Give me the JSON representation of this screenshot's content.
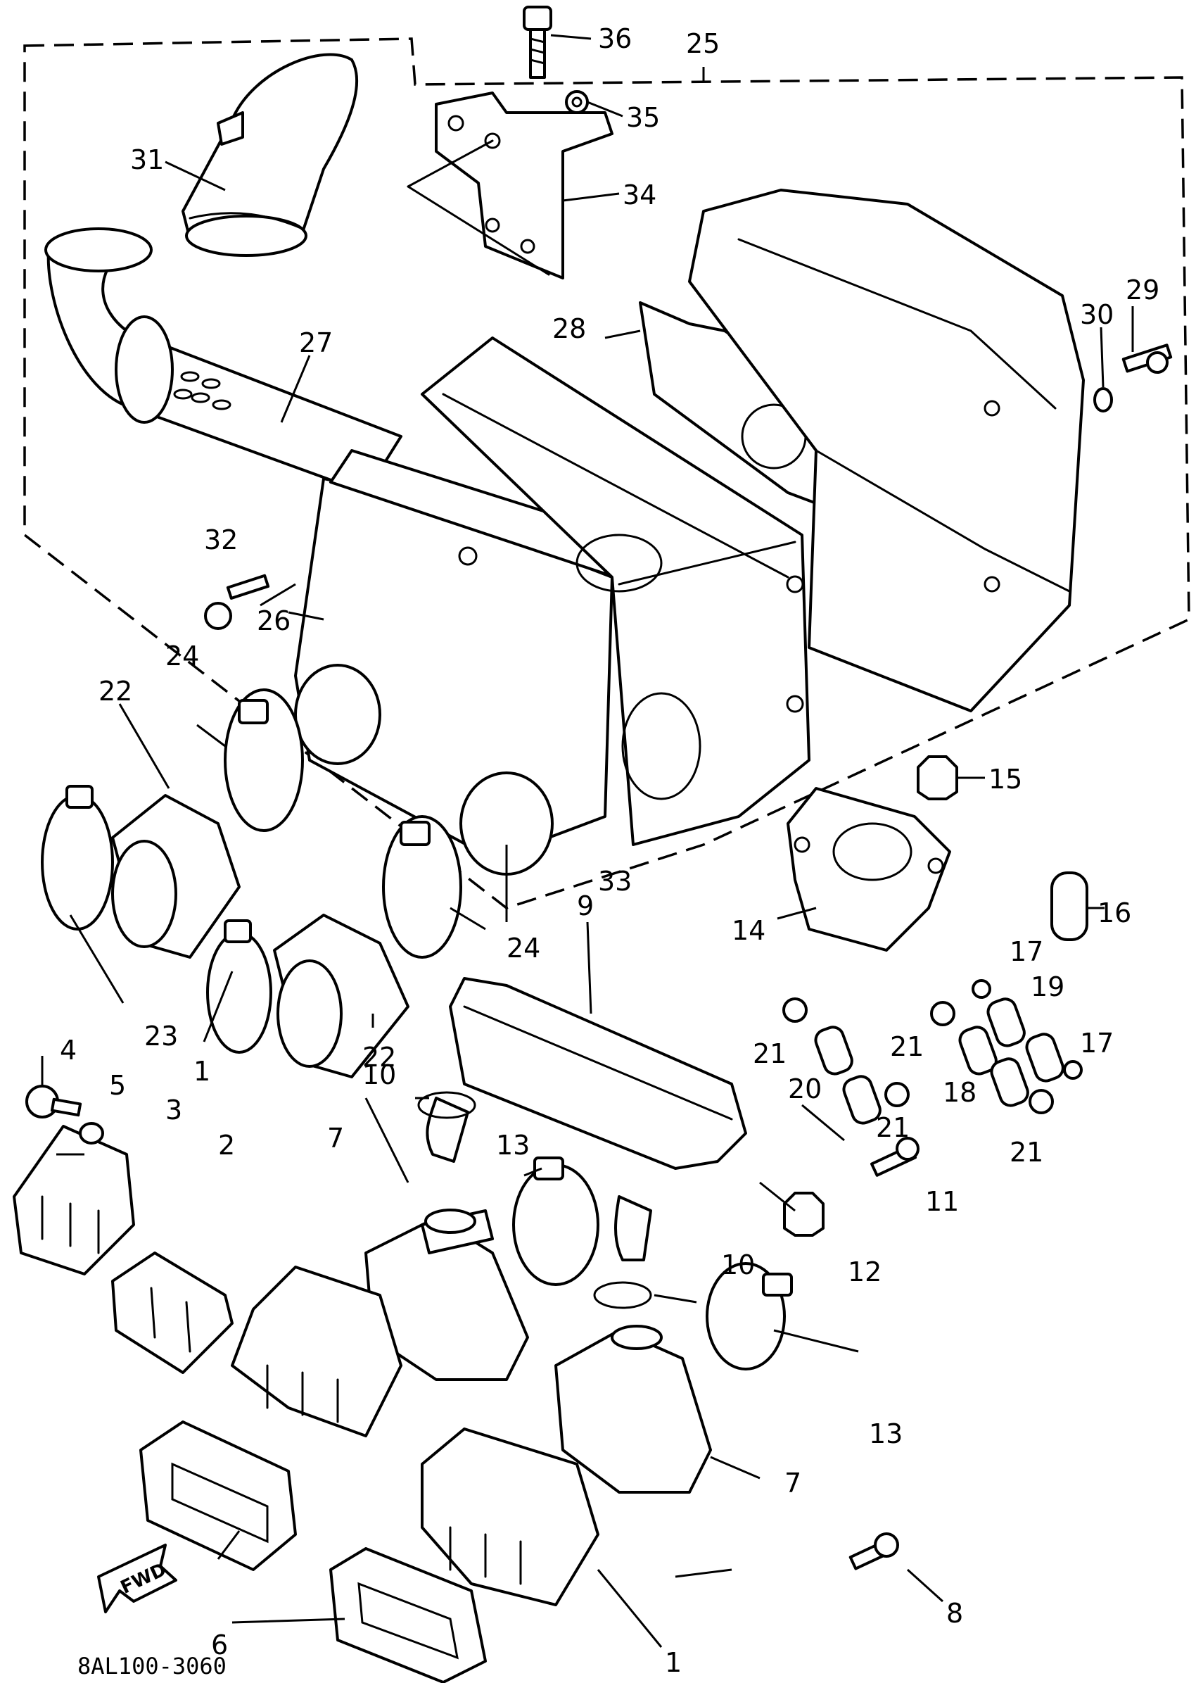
{
  "diagram": {
    "drawing_code": "8AL100-3060",
    "direction_label": "FWD",
    "callouts": {
      "p1a": "1",
      "p1b": "1",
      "p2": "2",
      "p3": "3",
      "p4": "4",
      "p5": "5",
      "p6": "6",
      "p7a": "7",
      "p7b": "7",
      "p8": "8",
      "p9": "9",
      "p10a": "10",
      "p10b": "10",
      "p11": "11",
      "p12": "12",
      "p13a": "13",
      "p13b": "13",
      "p14": "14",
      "p15": "15",
      "p16": "16",
      "p17a": "17",
      "p17b": "17",
      "p18": "18",
      "p19": "19",
      "p20": "20",
      "p21a": "21",
      "p21b": "21",
      "p21c": "21",
      "p21d": "21",
      "p22a": "22",
      "p22b": "22",
      "p23": "23",
      "p24a": "24",
      "p24b": "24",
      "p25": "25",
      "p26": "26",
      "p27": "27",
      "p28": "28",
      "p29": "29",
      "p30": "30",
      "p31": "31",
      "p32": "32",
      "p33": "33",
      "p34": "34",
      "p35": "35",
      "p36": "36"
    }
  }
}
